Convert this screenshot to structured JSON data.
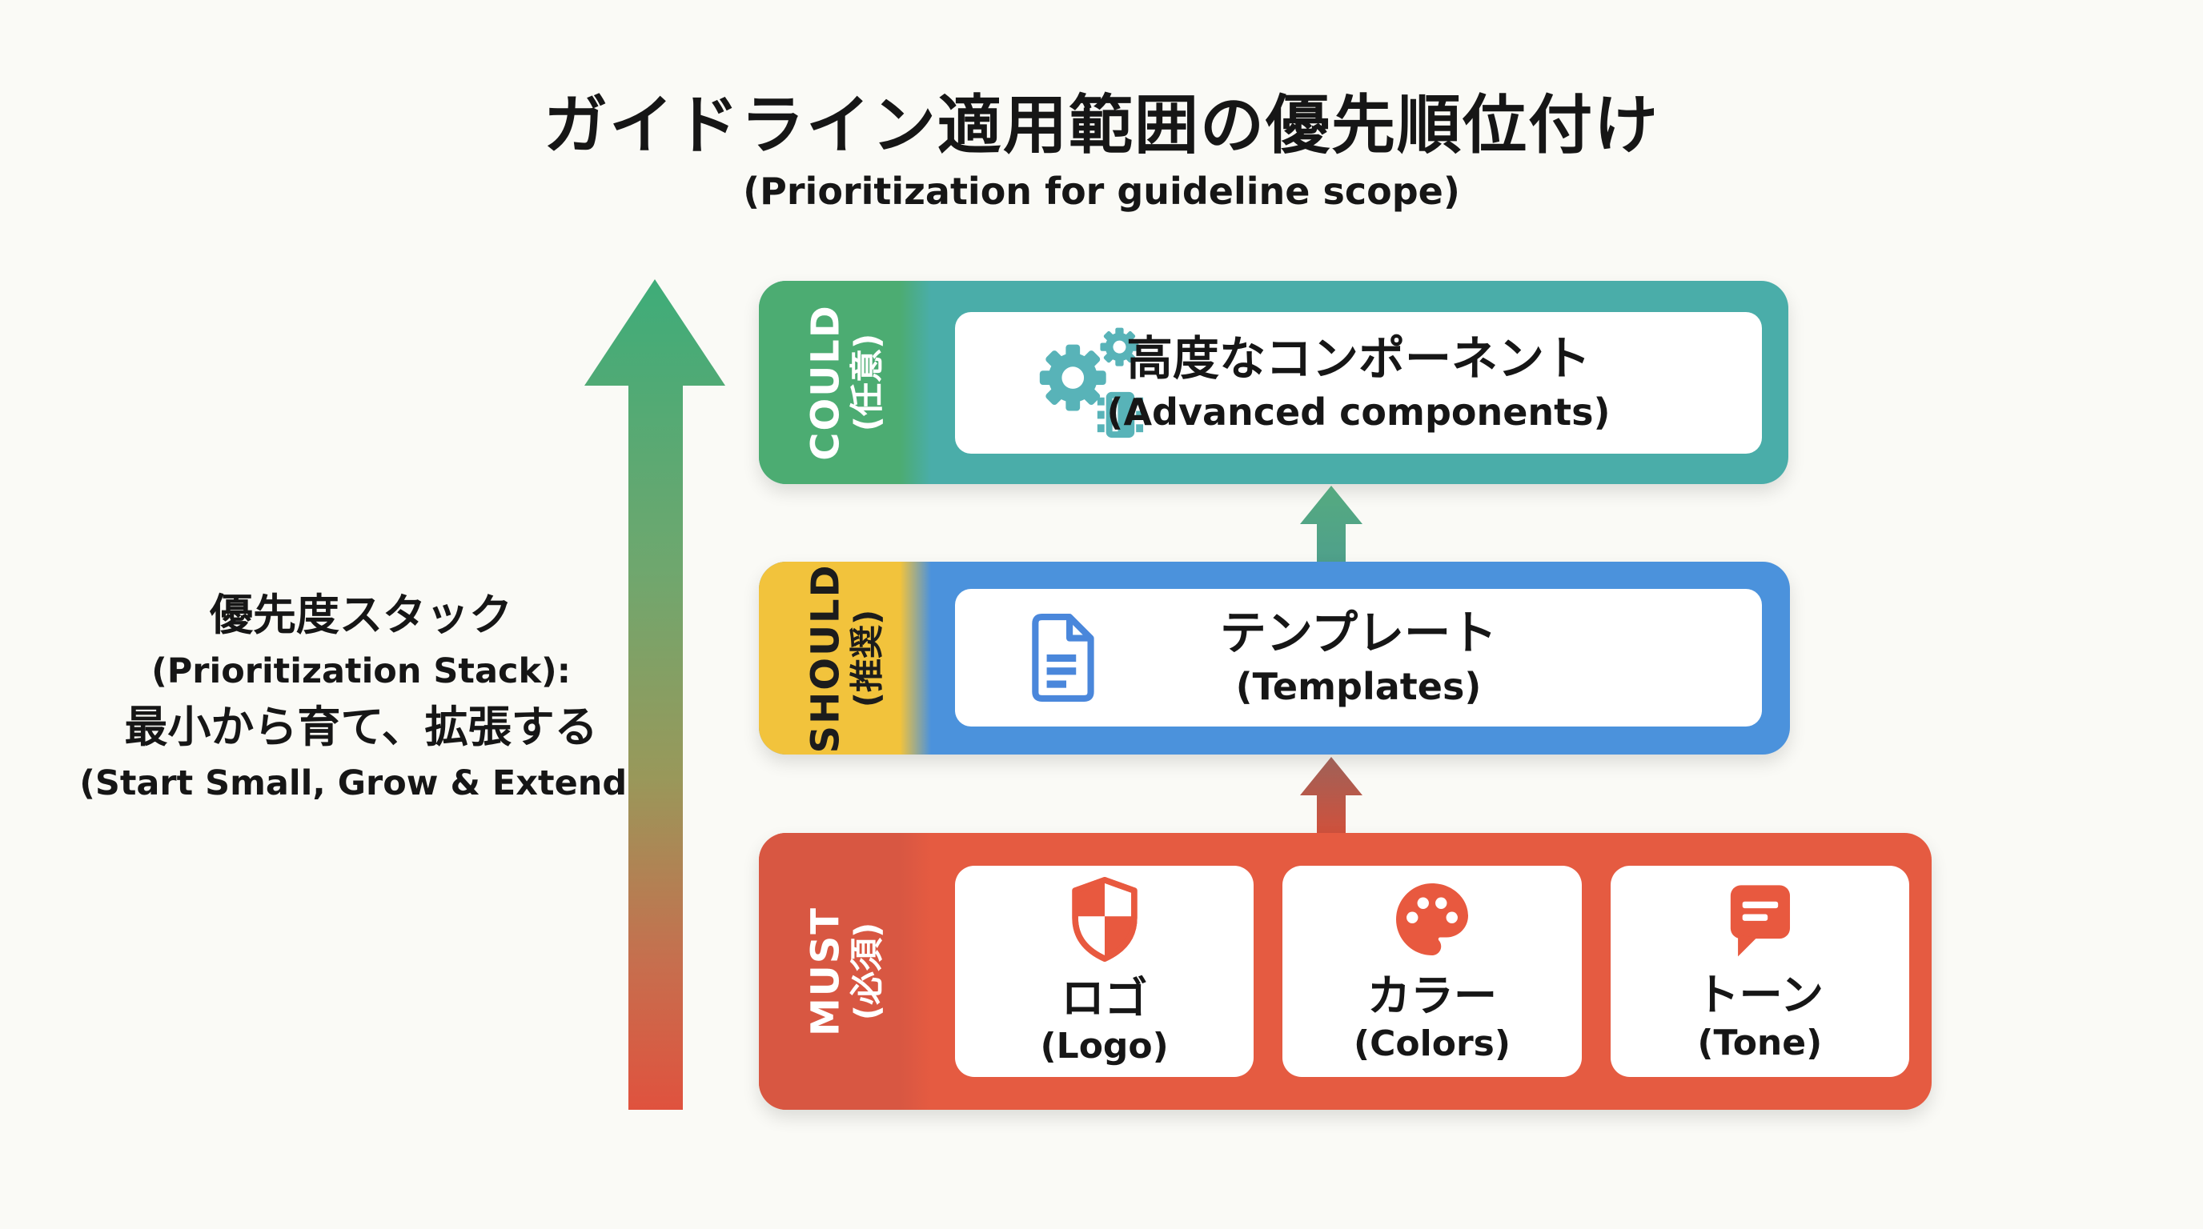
{
  "title": {
    "jp": "ガイドライン適用範囲の優先順位付け",
    "en": "(Prioritization for guideline scope)"
  },
  "side_note": {
    "lines": [
      {
        "text": "優先度スタック"
      },
      {
        "text": "(Prioritization Stack):"
      },
      {
        "text": "最小から育て、拡張する"
      },
      {
        "text": "(Start Small, Grow & Extend)"
      }
    ]
  },
  "axis_arrow": {
    "direction": "up",
    "gradient_bottom": "#e0523e",
    "gradient_middle": "#99985a",
    "gradient_top": "#3eac79"
  },
  "bands": [
    {
      "id": "could",
      "level_en": "COULD",
      "level_jp": "(任意)",
      "label_bg": "#4cac72",
      "band_bg": "#4aada9",
      "items": [
        {
          "jp": "高度なコンポーネント",
          "en": "(Advanced components)",
          "icon": "gears-chip-icon",
          "icon_color": "#58b3b8"
        }
      ]
    },
    {
      "id": "should",
      "level_en": "SHOULD",
      "level_jp": "(推奨)",
      "label_bg": "#f2c33c",
      "band_bg": "#4b92dc",
      "items": [
        {
          "jp": "テンプレート",
          "en": "(Templates)",
          "icon": "document-icon",
          "icon_color": "#4a87db"
        }
      ]
    },
    {
      "id": "must",
      "level_en": "MUST",
      "level_jp": "(必須)",
      "label_bg": "#d85742",
      "band_bg": "#e55b41",
      "items": [
        {
          "jp": "ロゴ",
          "en": "(Logo)",
          "icon": "shield-icon",
          "icon_color": "#e8593f"
        },
        {
          "jp": "カラー",
          "en": "(Colors)",
          "icon": "palette-icon",
          "icon_color": "#e8593f"
        },
        {
          "jp": "トーン",
          "en": "(Tone)",
          "icon": "speech-bubble-icon",
          "icon_color": "#e8593f"
        }
      ]
    }
  ],
  "connector_arrows": [
    {
      "from": "should",
      "to": "could",
      "color_top": "#55aa80",
      "color_bottom": "#4fa08b"
    },
    {
      "from": "must",
      "to": "should",
      "color_top": "#9e6158",
      "color_bottom": "#d0513c"
    }
  ],
  "background_color": "#fafaf6",
  "text_color": "#161616"
}
